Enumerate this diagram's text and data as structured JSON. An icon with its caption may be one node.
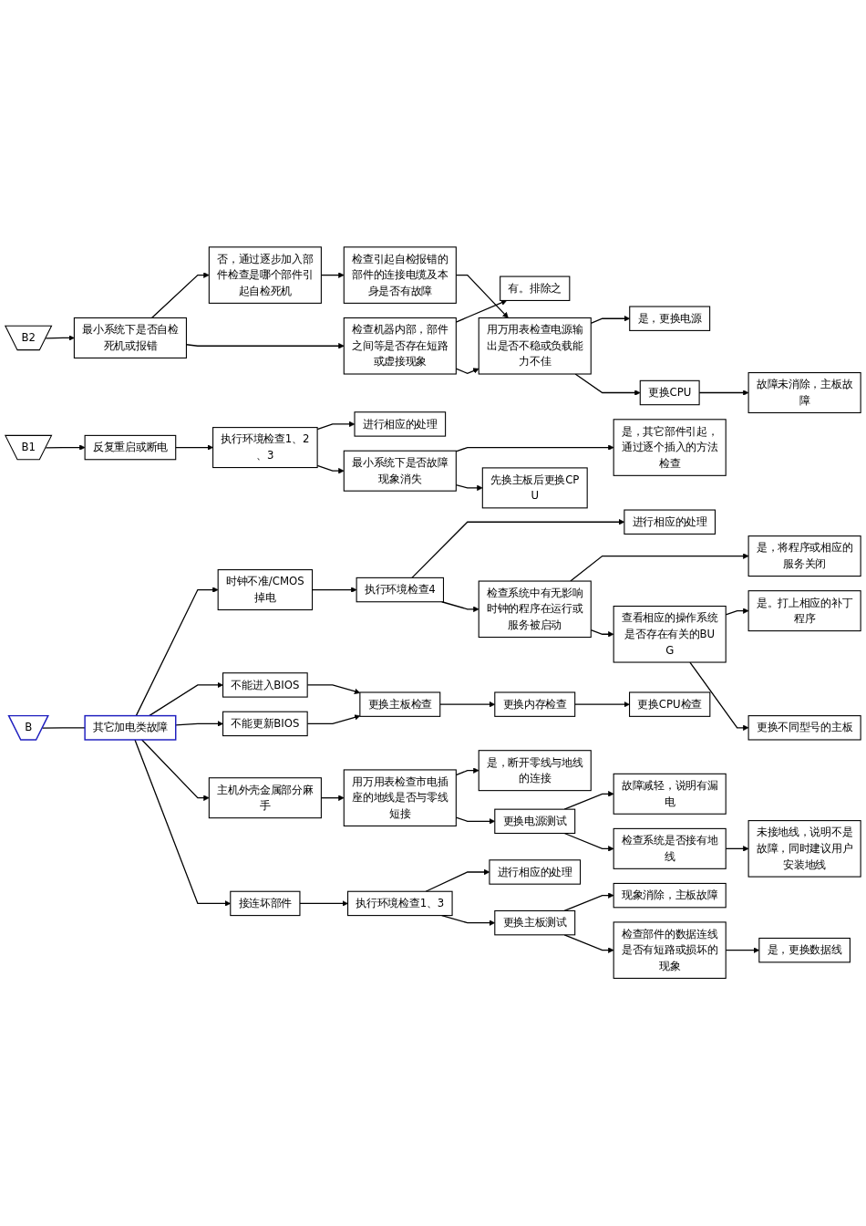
{
  "diagram": {
    "nodes": [
      {
        "text": [
          "B1"
        ]
      },
      {
        "text": [
          "B2"
        ]
      },
      {
        "text": [
          "B"
        ]
      },
      {
        "text": [
          "最小系统下是否自检死机或报错"
        ]
      },
      {
        "text": [
          "否，通过逐步加入部件检查是哪个部件引起自检死机"
        ]
      },
      {
        "text": [
          "检查引起自检报错的部件的连接电缆及本身是否有故障"
        ]
      },
      {
        "text": [
          "检查机器内部，部件之间等是否存在短路或虚接现象"
        ]
      },
      {
        "text": [
          "有。排除之"
        ]
      },
      {
        "text": [
          "用万用表检查电源输出是否不稳或负载能力不佳"
        ]
      },
      {
        "text": [
          "是，更换电源"
        ]
      },
      {
        "text": [
          "更换CPU"
        ]
      },
      {
        "text": [
          "故障未消除，主板故障"
        ]
      },
      {
        "text": [
          "反复重启或断电"
        ]
      },
      {
        "text": [
          "执行环境检查1、2、3"
        ]
      },
      {
        "text": [
          "进行相应的处理"
        ]
      },
      {
        "text": [
          "最小系统下是否故障现象消失"
        ]
      },
      {
        "text": [
          "是，其它部件引起，通过逐个插入的方法检查"
        ]
      },
      {
        "text": [
          "先换主板后更换CPU"
        ]
      },
      {
        "text": [
          "其它加电类故障"
        ]
      },
      {
        "text": [
          "时钟不准/CMOS掉电"
        ]
      },
      {
        "text": [
          "执行环境检查4"
        ]
      },
      {
        "text": [
          "进行相应的处理"
        ]
      },
      {
        "text": [
          "检查系统中有无影响时钟的程序在运行或服务被启动"
        ]
      },
      {
        "text": [
          "是，将程序或相应的服务关闭"
        ]
      },
      {
        "text": [
          "查看相应的操作系统是否存在有关的BUG"
        ]
      },
      {
        "text": [
          "是。打上相应的补丁程序"
        ]
      },
      {
        "text": [
          "更换不同型号的主板"
        ]
      },
      {
        "text": [
          "不能进入BIOS"
        ]
      },
      {
        "text": [
          "不能更新BIOS"
        ]
      },
      {
        "text": [
          "更换主板检查"
        ]
      },
      {
        "text": [
          "更换内存检查"
        ]
      },
      {
        "text": [
          "更换CPU检查"
        ]
      },
      {
        "text": [
          "主机外壳金属部分麻手"
        ]
      },
      {
        "text": [
          "用万用表检查市电插座的地线是否与零线短接"
        ]
      },
      {
        "text": [
          "是，断开零线与地线的连接"
        ]
      },
      {
        "text": [
          "更换电源测试"
        ]
      },
      {
        "text": [
          "故障减轻，说明有漏电"
        ]
      },
      {
        "text": [
          "检查系统是否接有地线"
        ]
      },
      {
        "text": [
          "未接地线，说明不是故障，同时建议用户安装地线"
        ]
      },
      {
        "text": [
          "接连坏部件"
        ]
      },
      {
        "text": [
          "执行环境检查1、3"
        ]
      },
      {
        "text": [
          "进行相应的处理"
        ]
      },
      {
        "text": [
          "更换主板测试"
        ]
      },
      {
        "text": [
          "现象消除，主板故障"
        ]
      },
      {
        "text": [
          "检查部件的数据连线是否有短路或损坏的现象"
        ]
      },
      {
        "text": [
          "是，更换数据线"
        ]
      }
    ],
    "edges": [
      {
        "from": 0,
        "to": 12,
        "arrow": "to"
      },
      {
        "from": 1,
        "to": 3,
        "arrow": "to"
      },
      {
        "from": 3,
        "to": 4,
        "arrow": "to"
      },
      {
        "from": 4,
        "to": 5,
        "arrow": "to"
      },
      {
        "from": 3,
        "to": 6,
        "arrow": "to"
      },
      {
        "from": 6,
        "to": 7,
        "arrow": "to"
      },
      {
        "from": 6,
        "to": 8,
        "arrow": "to"
      },
      {
        "from": 5,
        "to": 8,
        "arrow": "to"
      },
      {
        "from": 8,
        "to": 9,
        "arrow": "to"
      },
      {
        "from": 8,
        "to": 10,
        "arrow": "to"
      },
      {
        "from": 10,
        "to": 11,
        "arrow": "to"
      },
      {
        "from": 12,
        "to": 13,
        "arrow": "to"
      },
      {
        "from": 13,
        "to": 14,
        "arrow": "to"
      },
      {
        "from": 13,
        "to": 15,
        "arrow": "to"
      },
      {
        "from": 15,
        "to": 16,
        "arrow": "to"
      },
      {
        "from": 15,
        "to": 17,
        "arrow": "to"
      },
      {
        "from": 2,
        "to": 18,
        "arrow": "none"
      },
      {
        "from": 18,
        "to": 19,
        "arrow": "to"
      },
      {
        "from": 18,
        "to": 27,
        "arrow": "to"
      },
      {
        "from": 18,
        "to": 28,
        "arrow": "to"
      },
      {
        "from": 18,
        "to": 32,
        "arrow": "to"
      },
      {
        "from": 18,
        "to": 39,
        "arrow": "to"
      },
      {
        "from": 19,
        "to": 20,
        "arrow": "to"
      },
      {
        "from": 20,
        "to": 21,
        "arrow": "to"
      },
      {
        "from": 20,
        "to": 22,
        "arrow": "to"
      },
      {
        "from": 22,
        "to": 23,
        "arrow": "to"
      },
      {
        "from": 22,
        "to": 24,
        "arrow": "to"
      },
      {
        "from": 24,
        "to": 25,
        "arrow": "to"
      },
      {
        "from": 24,
        "to": 26,
        "arrow": "to"
      },
      {
        "from": 27,
        "to": 29,
        "arrow": "to"
      },
      {
        "from": 28,
        "to": 29,
        "arrow": "to"
      },
      {
        "from": 29,
        "to": 30,
        "arrow": "to"
      },
      {
        "from": 30,
        "to": 31,
        "arrow": "to"
      },
      {
        "from": 32,
        "to": 33,
        "arrow": "to"
      },
      {
        "from": 33,
        "to": 34,
        "arrow": "to"
      },
      {
        "from": 33,
        "to": 35,
        "arrow": "to"
      },
      {
        "from": 35,
        "to": 36,
        "arrow": "to"
      },
      {
        "from": 35,
        "to": 37,
        "arrow": "to"
      },
      {
        "from": 37,
        "to": 38,
        "arrow": "to"
      },
      {
        "from": 39,
        "to": 40,
        "arrow": "to"
      },
      {
        "from": 40,
        "to": 41,
        "arrow": "to"
      },
      {
        "from": 40,
        "to": 42,
        "arrow": "to"
      },
      {
        "from": 42,
        "to": 43,
        "arrow": "to"
      },
      {
        "from": 42,
        "to": 44,
        "arrow": "to"
      },
      {
        "from": 44,
        "to": 45,
        "arrow": "to"
      }
    ]
  }
}
